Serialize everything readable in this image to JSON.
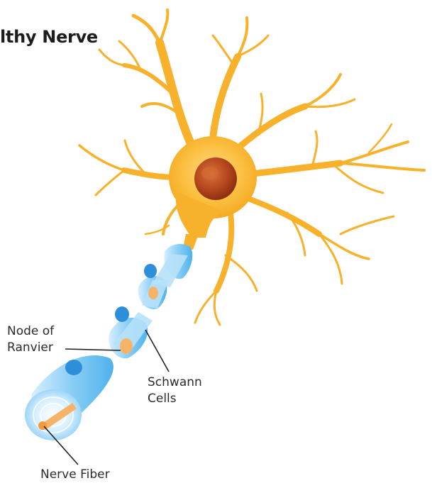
{
  "title": "lthy Nerve",
  "labels": {
    "node_of_ranvier_line1": "Node of",
    "node_of_ranvier_line2": "Ranvier",
    "schwann_line1": "Schwann",
    "schwann_line2": "Cells",
    "nerve_fiber": "Nerve Fiber"
  },
  "colors": {
    "neuron": "#f8b12a",
    "nucleus": "#b4461d",
    "myelin": "#9fd6f5",
    "schwann_nuclei": "#2d8fd9",
    "axon": "#f6b266",
    "leader_lines": "#222222"
  }
}
